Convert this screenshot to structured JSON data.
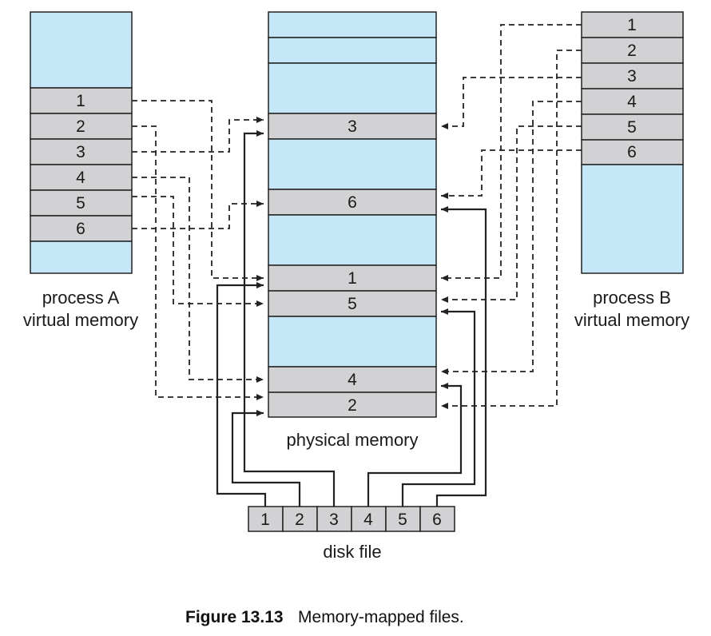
{
  "labels": {
    "process_a_line1": "process A",
    "process_a_line2": "virtual memory",
    "process_b_line1": "process B",
    "process_b_line2": "virtual memory",
    "physical": "physical memory",
    "disk": "disk file"
  },
  "caption": {
    "figure": "Figure 13.13",
    "text": "Memory-mapped files."
  },
  "process_a_pages": [
    "1",
    "2",
    "3",
    "4",
    "5",
    "6"
  ],
  "process_b_pages": [
    "1",
    "2",
    "3",
    "4",
    "5",
    "6"
  ],
  "physical_frames": [
    "3",
    "6",
    "1",
    "5",
    "4",
    "2"
  ],
  "disk_blocks": [
    "1",
    "2",
    "3",
    "4",
    "5",
    "6"
  ],
  "colors": {
    "free": "#c5e7f7",
    "page": "#d2d2d4",
    "stroke": "#222222"
  }
}
